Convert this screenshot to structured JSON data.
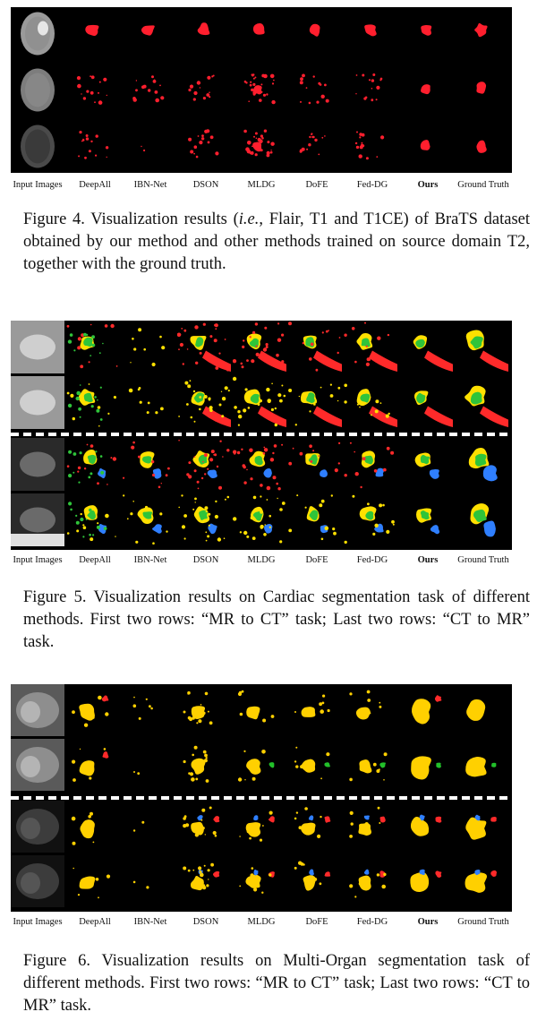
{
  "figure4": {
    "column_labels": [
      "Input Images",
      "DeepAll",
      "IBN-Net",
      "DSON",
      "MLDG",
      "DoFE",
      "Fed-DG",
      "Ours",
      "Ground Truth"
    ],
    "caption_prefix": "Figure 4. Visualization results (",
    "caption_italic": "i.e.",
    "caption_rest": ", Flair, T1 and T1CE) of BraTS dataset obtained by our method and other methods trained on source domain T2, together with the ground truth."
  },
  "figure5": {
    "column_labels": [
      "Input Images",
      "DeepAll",
      "IBN-Net",
      "DSON",
      "MLDG",
      "DoFE",
      "Fed-DG",
      "Ours",
      "Ground Truth"
    ],
    "caption": "Figure 5.  Visualization results on Cardiac segmentation task of different methods.  First two rows: “MR to CT” task; Last two rows: “CT to MR” task."
  },
  "figure6": {
    "column_labels": [
      "Input Images",
      "DeepAll",
      "IBN-Net",
      "DSON",
      "MLDG",
      "DoFE",
      "Fed-DG",
      "Ours",
      "Ground Truth"
    ],
    "caption": "Figure 6. Visualization results on Multi-Organ segmentation task of different methods. First two rows: “MR to CT” task; Last two rows: “CT to MR” task."
  },
  "colors": {
    "background": "#000000",
    "tumor": "#ff1f2e",
    "cardiac_yellow": "#ffe000",
    "cardiac_green": "#2fc43a",
    "cardiac_blue": "#2f7fff",
    "cardiac_red": "#ff2a2a",
    "organ_yellow": "#ffd000",
    "organ_red": "#ff2a2a",
    "organ_green": "#22c02a",
    "organ_blue": "#2f7fff"
  }
}
